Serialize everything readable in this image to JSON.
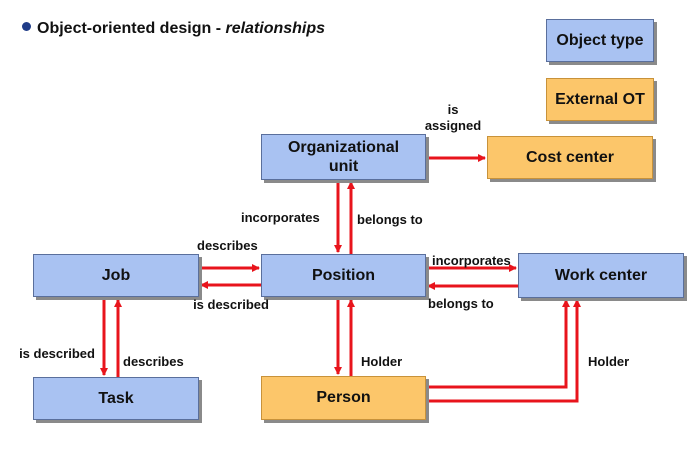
{
  "title": {
    "prefix": "Object-oriented design - ",
    "emphasis": "relationships"
  },
  "legend": {
    "object_type": "Object type",
    "external_ot": "External OT"
  },
  "nodes": {
    "org_unit": "Organizational unit",
    "cost_center": "Cost center",
    "job": "Job",
    "position": "Position",
    "work_center": "Work center",
    "task": "Task",
    "person": "Person"
  },
  "relations": {
    "is_assigned": "is assigned",
    "incorporates_org": "incorporates",
    "belongs_to_org": "belongs to",
    "describes_job_pos": "describes",
    "is_described_job_pos": "is described",
    "incorporates_wc": "incorporates",
    "belongs_to_wc": "belongs to",
    "is_described_task": "is described",
    "describes_task": "describes",
    "holder_pos": "Holder",
    "holder_wc": "Holder"
  },
  "colors": {
    "object_type_fill": "#a9c2f2",
    "external_ot_fill": "#fcc66a",
    "arrow": "#e8141c"
  }
}
